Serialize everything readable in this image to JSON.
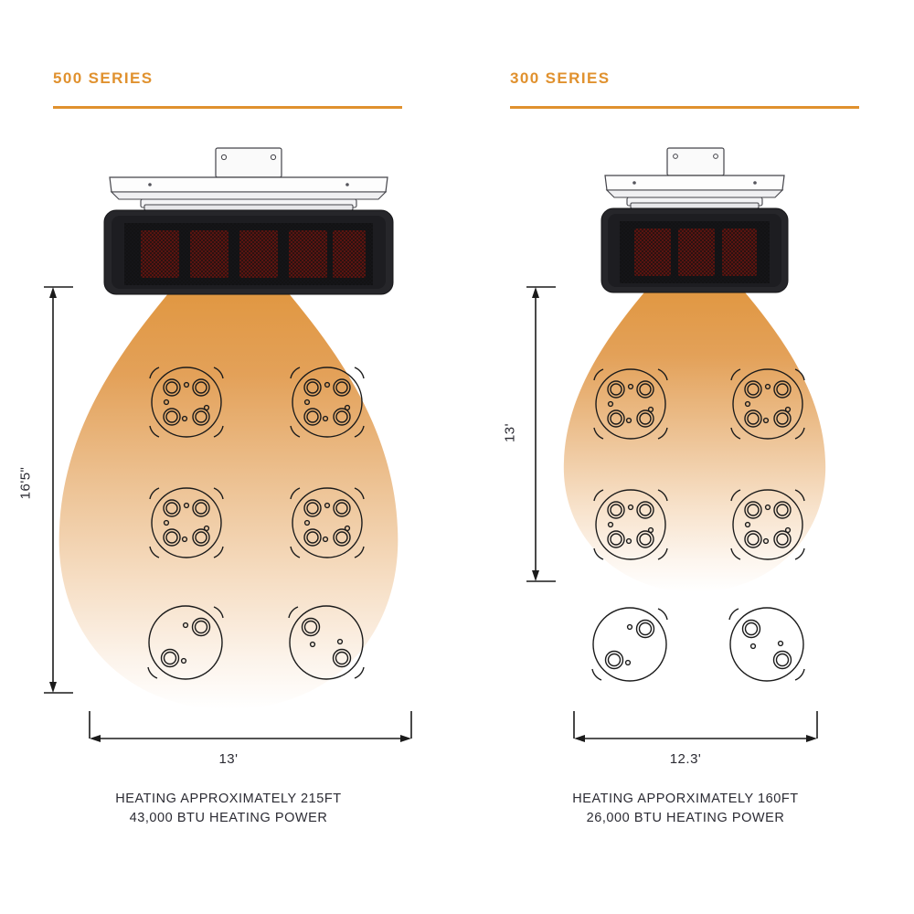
{
  "panels": [
    {
      "heading": "500 SERIES",
      "heater": {
        "name": "heater-unit-500",
        "burner_tiles": 5
      },
      "height_label": "16'5\"",
      "width_label": "13'",
      "caption_line1": "HEATING APPROXIMATELY 215FT",
      "caption_line2": "43,000 BTU HEATING POWER",
      "tables": [
        {
          "row": 1,
          "col": 1,
          "settings": 4,
          "in_heat": true
        },
        {
          "row": 1,
          "col": 2,
          "settings": 4,
          "in_heat": true
        },
        {
          "row": 2,
          "col": 1,
          "settings": 4,
          "in_heat": true
        },
        {
          "row": 2,
          "col": 2,
          "settings": 4,
          "in_heat": true
        },
        {
          "row": 3,
          "col": 1,
          "settings": 2,
          "in_heat": false
        },
        {
          "row": 3,
          "col": 2,
          "settings": 2,
          "in_heat": false
        }
      ]
    },
    {
      "heading": "300 SERIES",
      "heater": {
        "name": "heater-unit-300",
        "burner_tiles": 3
      },
      "height_label": "13'",
      "width_label": "12.3'",
      "caption_line1": "HEATING APPORXIMATELY 160FT",
      "caption_line2": "26,000 BTU HEATING POWER",
      "tables": [
        {
          "row": 1,
          "col": 1,
          "settings": 4,
          "in_heat": true
        },
        {
          "row": 1,
          "col": 2,
          "settings": 4,
          "in_heat": true
        },
        {
          "row": 2,
          "col": 1,
          "settings": 4,
          "in_heat": true
        },
        {
          "row": 2,
          "col": 2,
          "settings": 4,
          "in_heat": true
        },
        {
          "row": 3,
          "col": 1,
          "settings": 2,
          "in_heat": false
        },
        {
          "row": 3,
          "col": 2,
          "settings": 2,
          "in_heat": false
        }
      ]
    }
  ],
  "colors": {
    "accent": "#E0912E",
    "plume_top": "#E0963F",
    "plume_bottom": "#FFFFFF",
    "line": "#1b1b1b",
    "text": "#2b2b33",
    "heater_body": "#26262a",
    "heater_shroud": "#f4f4f4",
    "burner_glow": "#5a1410"
  }
}
